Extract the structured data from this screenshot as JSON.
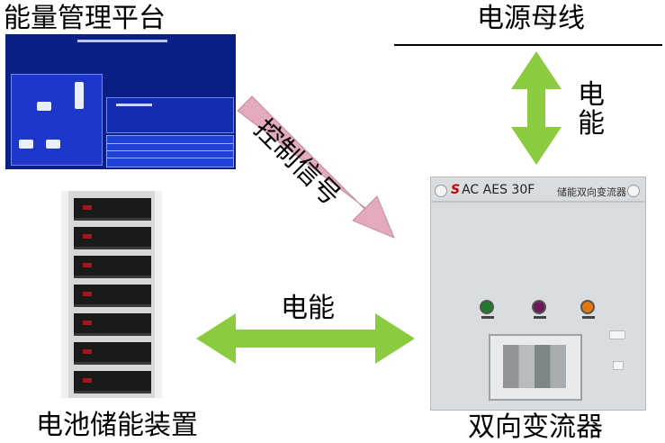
{
  "labels": {
    "platform": "能量管理平台",
    "bus": "电源母线",
    "battery": "电池储能装置",
    "converter": "双向变流器",
    "energy_horizontal": "电能",
    "energy_vertical": "电能",
    "control_signal": "控制信号"
  },
  "converter_panel": {
    "brand_mark": "S",
    "brand_suffix": "AC",
    "model": "AES 30F",
    "name_plate": "储能双向变流器"
  },
  "colors": {
    "energy_arrow": "#8bcb3f",
    "control_arrow": "#e3a9bf",
    "platform_bg": "#0a1f86",
    "lamp_green": "#1f7a2e",
    "lamp_purple": "#6b1a5a",
    "lamp_orange": "#e07a10"
  }
}
